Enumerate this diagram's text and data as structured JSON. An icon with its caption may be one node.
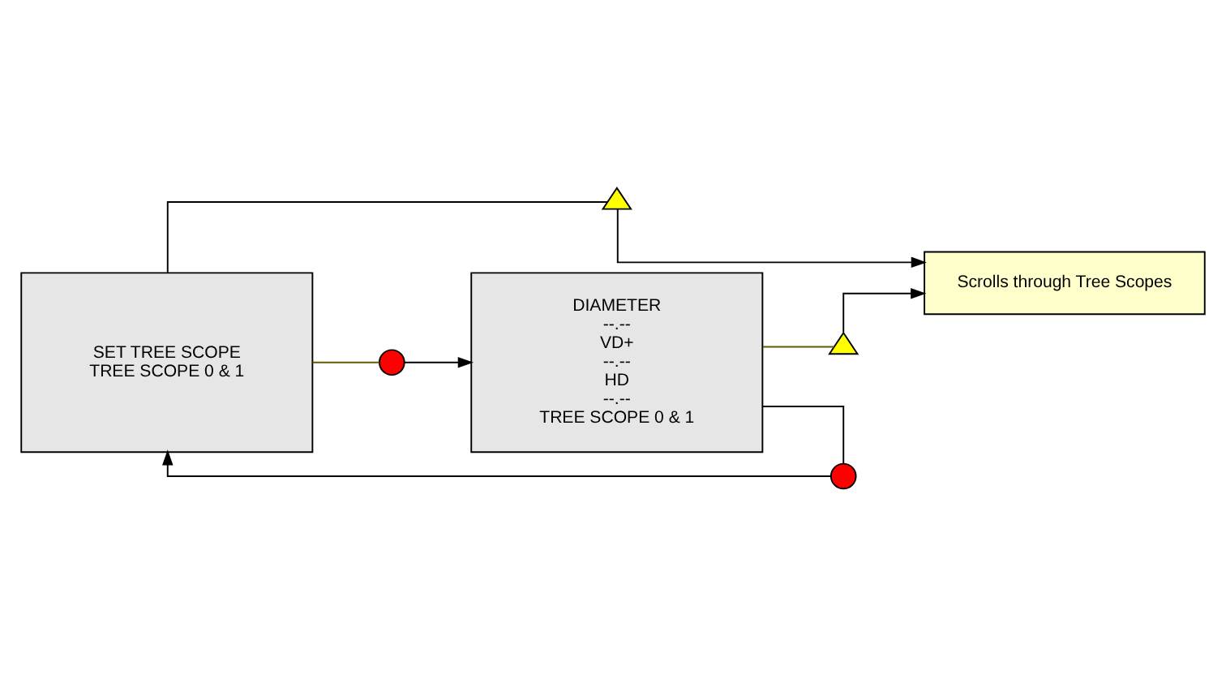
{
  "diagram": {
    "nodes": [
      {
        "text": [
          "SET TREE SCOPE",
          "TREE SCOPE 0 & 1"
        ]
      },
      {
        "text": [],
        "shape": "triangle"
      },
      {
        "text": [
          "Scrolls through Tree Scopes"
        ]
      },
      {
        "text": [],
        "shape": "circle"
      },
      {
        "text": [
          "DIAMETER",
          "--.--",
          "VD+",
          "--.--",
          "HD",
          "--.--",
          "TREE SCOPE 0 & 1"
        ]
      },
      {
        "text": [],
        "shape": "circle"
      },
      {
        "text": [],
        "shape": "triangle"
      }
    ],
    "edges": [
      {
        "from": 0,
        "to": 1,
        "arrow": "none"
      },
      {
        "from": 1,
        "to": 2,
        "arrow": "to"
      },
      {
        "from": 4,
        "to": 3,
        "arrow": "none"
      },
      {
        "from": 3,
        "to": 0,
        "arrow": "to"
      },
      {
        "from": 0,
        "to": 5,
        "arrow": "none",
        "color": "#5c5c00"
      },
      {
        "from": 5,
        "to": 4,
        "arrow": "to"
      },
      {
        "from": 4,
        "to": 6,
        "arrow": "none",
        "color": "#5c5c00"
      },
      {
        "from": 6,
        "to": 2,
        "arrow": "to"
      }
    ]
  }
}
